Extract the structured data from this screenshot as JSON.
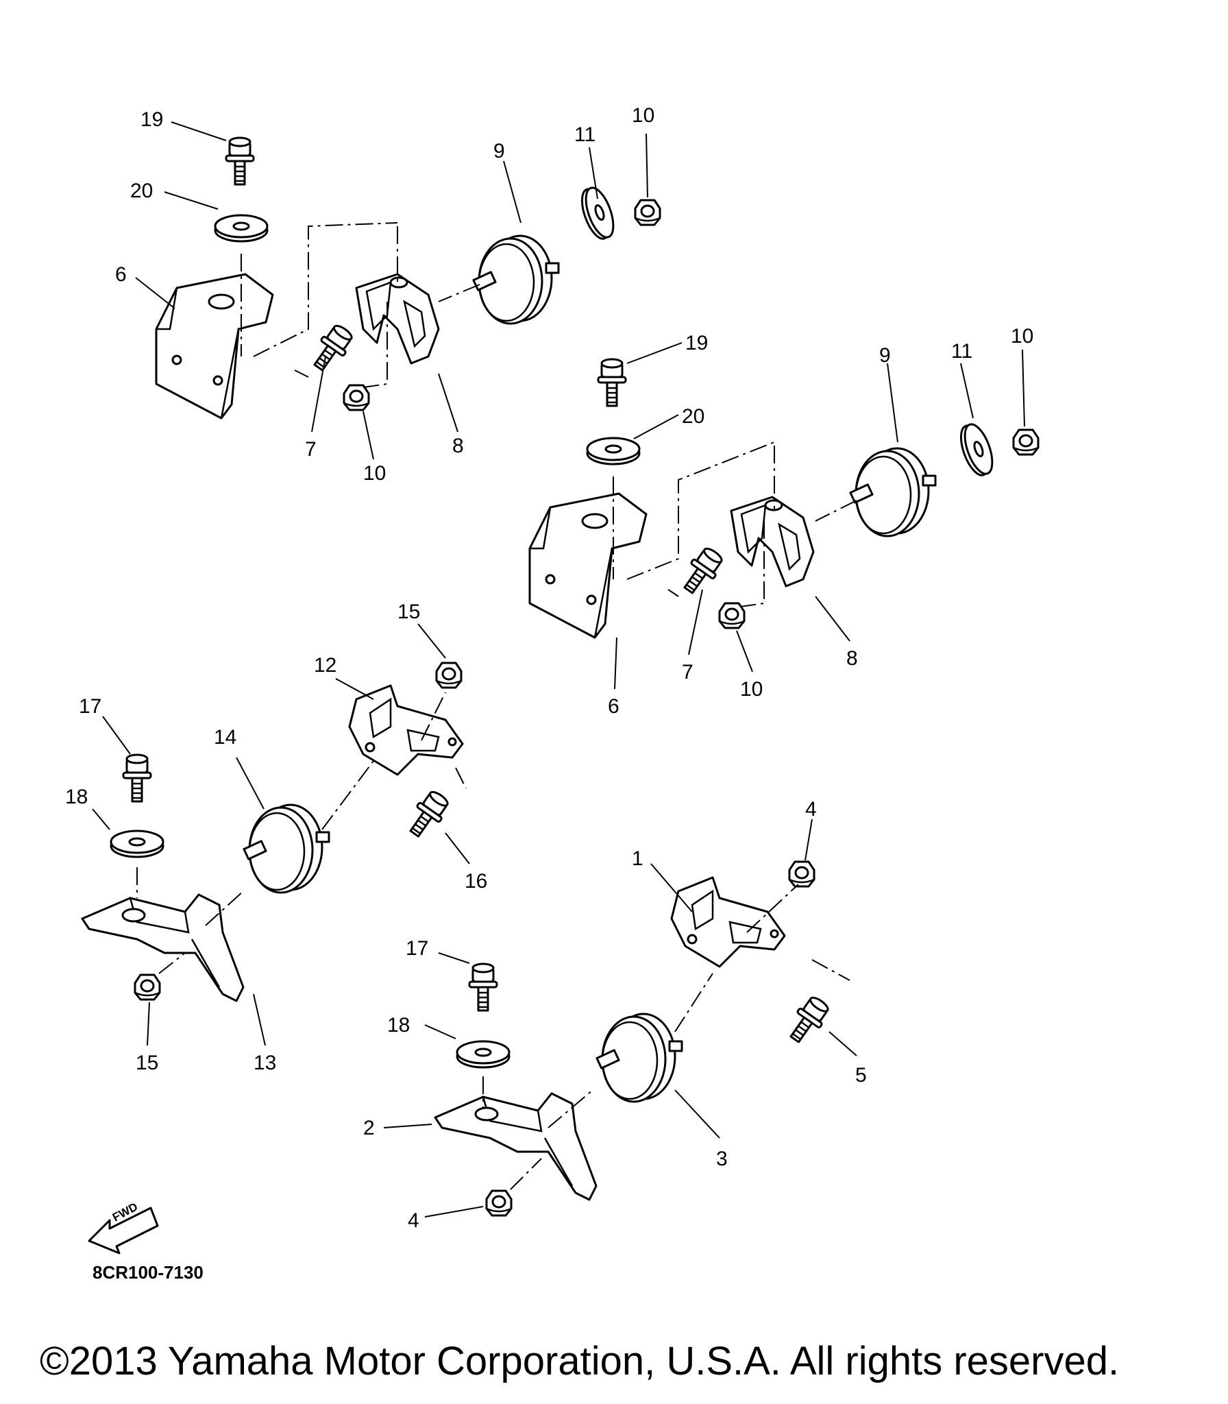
{
  "callouts": {
    "a19": "19",
    "a20": "20",
    "a6": "6",
    "a7": "7",
    "a10a": "10",
    "a8": "8",
    "a9": "9",
    "a11": "11",
    "a10b": "10",
    "b19": "19",
    "b20": "20",
    "b9": "9",
    "b11": "11",
    "b10a": "10",
    "b6": "6",
    "b7": "7",
    "b10b": "10",
    "b8": "8",
    "c15a": "15",
    "c12": "12",
    "c17": "17",
    "c14": "14",
    "c18": "18",
    "c16": "16",
    "c15b": "15",
    "c13": "13",
    "d4a": "4",
    "d1": "1",
    "d17": "17",
    "d18": "18",
    "d5": "5",
    "d2": "2",
    "d3": "3",
    "d4b": "4"
  },
  "forward_arrow_label": "FWD",
  "drawing_code": "8CR100-7130",
  "copyright": "©2013 Yamaha Motor Corporation, U.S.A. All rights reserved."
}
